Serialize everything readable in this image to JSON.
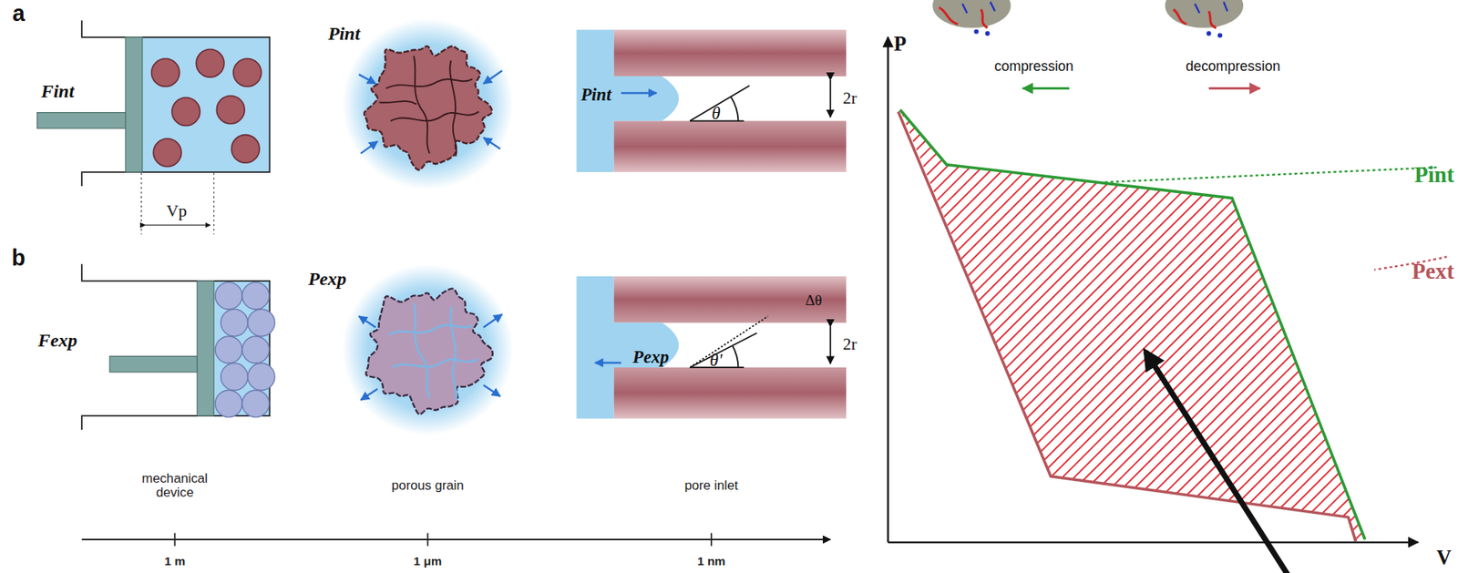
{
  "diagram": {
    "labels": [
      "a",
      "Fint",
      "Pint",
      "Pint",
      "2r",
      "θ",
      "Vp",
      "b",
      "Fexp",
      "Pexp",
      "Pexp",
      "Δθ",
      "θ'",
      "2r",
      "mechanical device",
      "porous grain",
      "pore inlet",
      "1 m",
      "1 μm",
      "1 nm",
      "compression",
      "decompression",
      "P",
      "V",
      "Pint",
      "Pext"
    ]
  }
}
